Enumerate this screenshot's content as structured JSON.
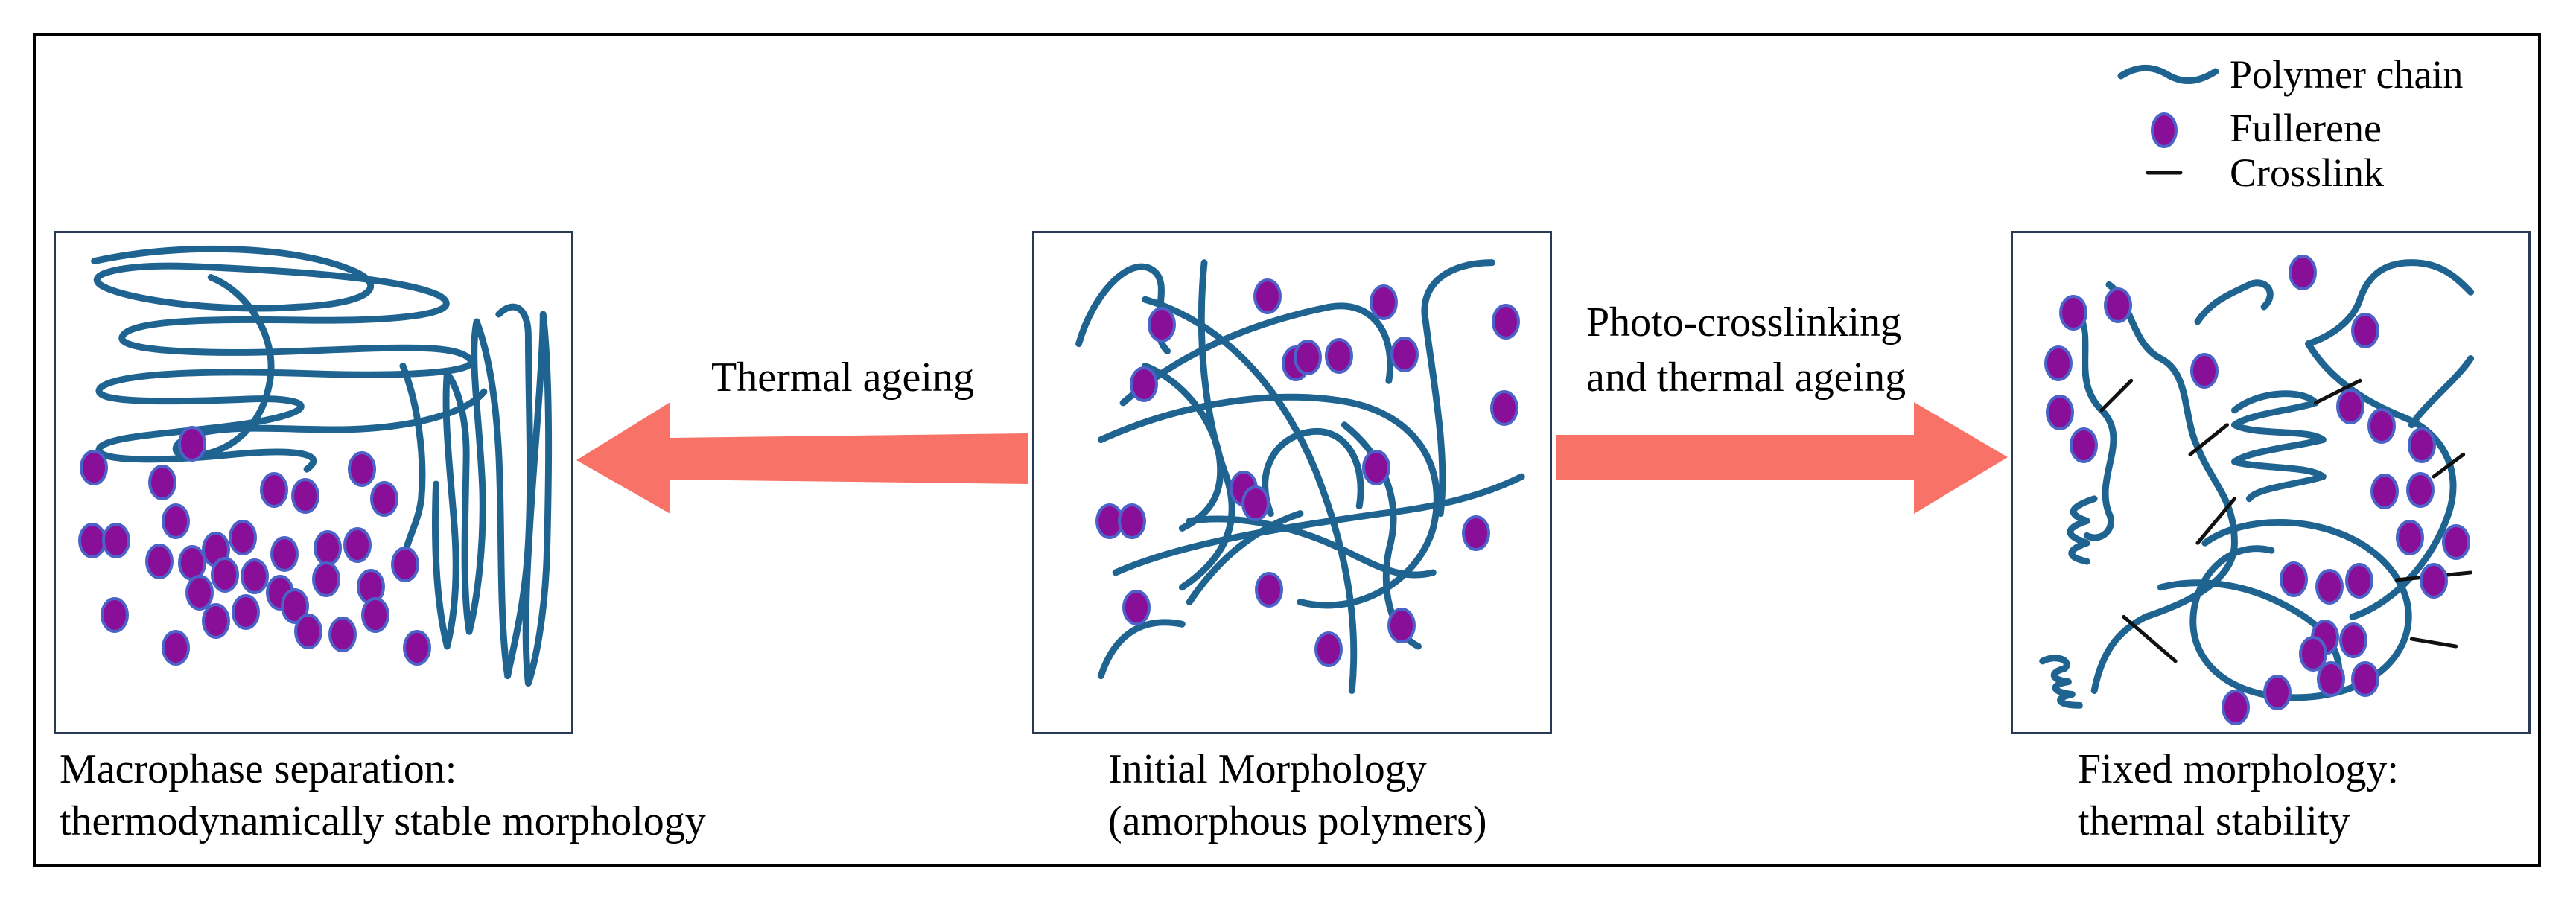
{
  "legend": {
    "polymer_chain": "Polymer chain",
    "fullerene": "Fullerene",
    "crosslink": "Crosslink"
  },
  "arrows": {
    "left_label": "Thermal ageing",
    "right_label_line1": "Photo-crosslinking",
    "right_label_line2": "and thermal ageing",
    "color": "#f87267"
  },
  "panels": {
    "left": {
      "caption_line1": "Macrophase separation:",
      "caption_line2": "thermodynamically stable morphology"
    },
    "center": {
      "caption_line1": "Initial Morphology",
      "caption_line2": "(amorphous polymers)"
    },
    "right": {
      "caption_line1": "Fixed morphology:",
      "caption_line2": "thermal stability"
    }
  },
  "colors": {
    "polymer": "#1f6491",
    "fullerene_fill": "#8a0f98",
    "fullerene_edge": "#4b63c9",
    "crosslink": "#111111"
  }
}
